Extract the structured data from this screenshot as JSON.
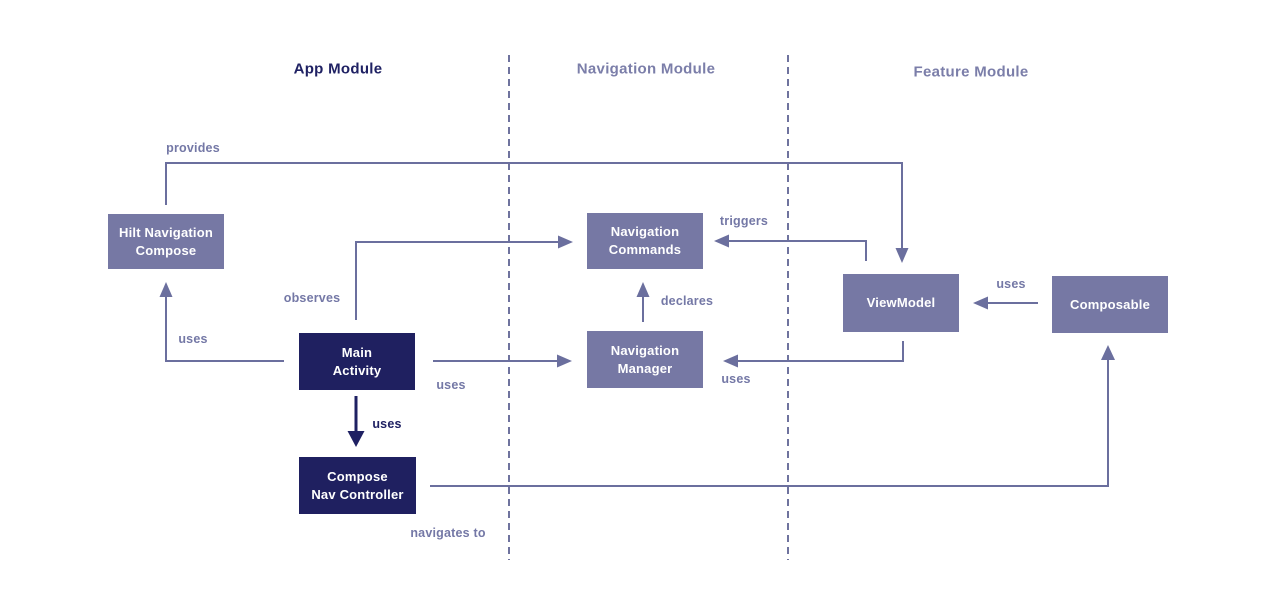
{
  "diagram": {
    "type": "module-dependency-diagram",
    "modules": [
      {
        "id": "app-module",
        "label": "App Module"
      },
      {
        "id": "navigation-module",
        "label": "Navigation Module"
      },
      {
        "id": "feature-module",
        "label": "Feature Module"
      }
    ],
    "nodes": {
      "hilt": {
        "lines": [
          "Hilt Navigation",
          "Compose"
        ],
        "module": "app-module"
      },
      "main": {
        "lines": [
          "Main",
          "Activity"
        ],
        "module": "app-module"
      },
      "cnc": {
        "lines": [
          "Compose",
          "Nav Controller"
        ],
        "module": "app-module"
      },
      "navcmd": {
        "lines": [
          "Navigation",
          "Commands"
        ],
        "module": "navigation-module"
      },
      "navmgr": {
        "lines": [
          "Navigation",
          "Manager"
        ],
        "module": "navigation-module"
      },
      "viewmodel": {
        "lines": [
          "ViewModel"
        ],
        "module": "feature-module"
      },
      "composable": {
        "lines": [
          "Composable"
        ],
        "module": "feature-module"
      }
    },
    "edges": [
      {
        "id": "provides",
        "from": "Hilt Navigation Compose",
        "to": "ViewModel",
        "label": "provides"
      },
      {
        "id": "uses-hilt",
        "from": "Main Activity",
        "to": "Hilt Navigation Compose",
        "label": "uses"
      },
      {
        "id": "observes",
        "from": "Main Activity",
        "to": "Navigation Commands",
        "label": "observes"
      },
      {
        "id": "uses-navmgr",
        "from": "Main Activity",
        "to": "Navigation Manager",
        "label": "uses"
      },
      {
        "id": "uses-cnc",
        "from": "Main Activity",
        "to": "Compose Nav Controller",
        "label": "uses"
      },
      {
        "id": "navigates-to",
        "from": "Compose Nav Controller",
        "to": "Composable",
        "label": "navigates to"
      },
      {
        "id": "declares",
        "from": "Navigation Manager",
        "to": "Navigation Commands",
        "label": "declares"
      },
      {
        "id": "triggers",
        "from": "ViewModel",
        "to": "Navigation Commands",
        "label": "triggers"
      },
      {
        "id": "uses-vm-navmgr",
        "from": "ViewModel",
        "to": "Navigation Manager",
        "label": "uses"
      },
      {
        "id": "uses-composable",
        "from": "Composable",
        "to": "ViewModel",
        "label": "uses"
      }
    ],
    "colors": {
      "background": "#ffffff",
      "navy": "#1f2163",
      "node_navy": "#1f2060",
      "node_purple": "#7678a4",
      "line_purple": "#6b6f9e",
      "label_purple": "#7478a6",
      "heading_purple": "#7b7ea9"
    }
  }
}
